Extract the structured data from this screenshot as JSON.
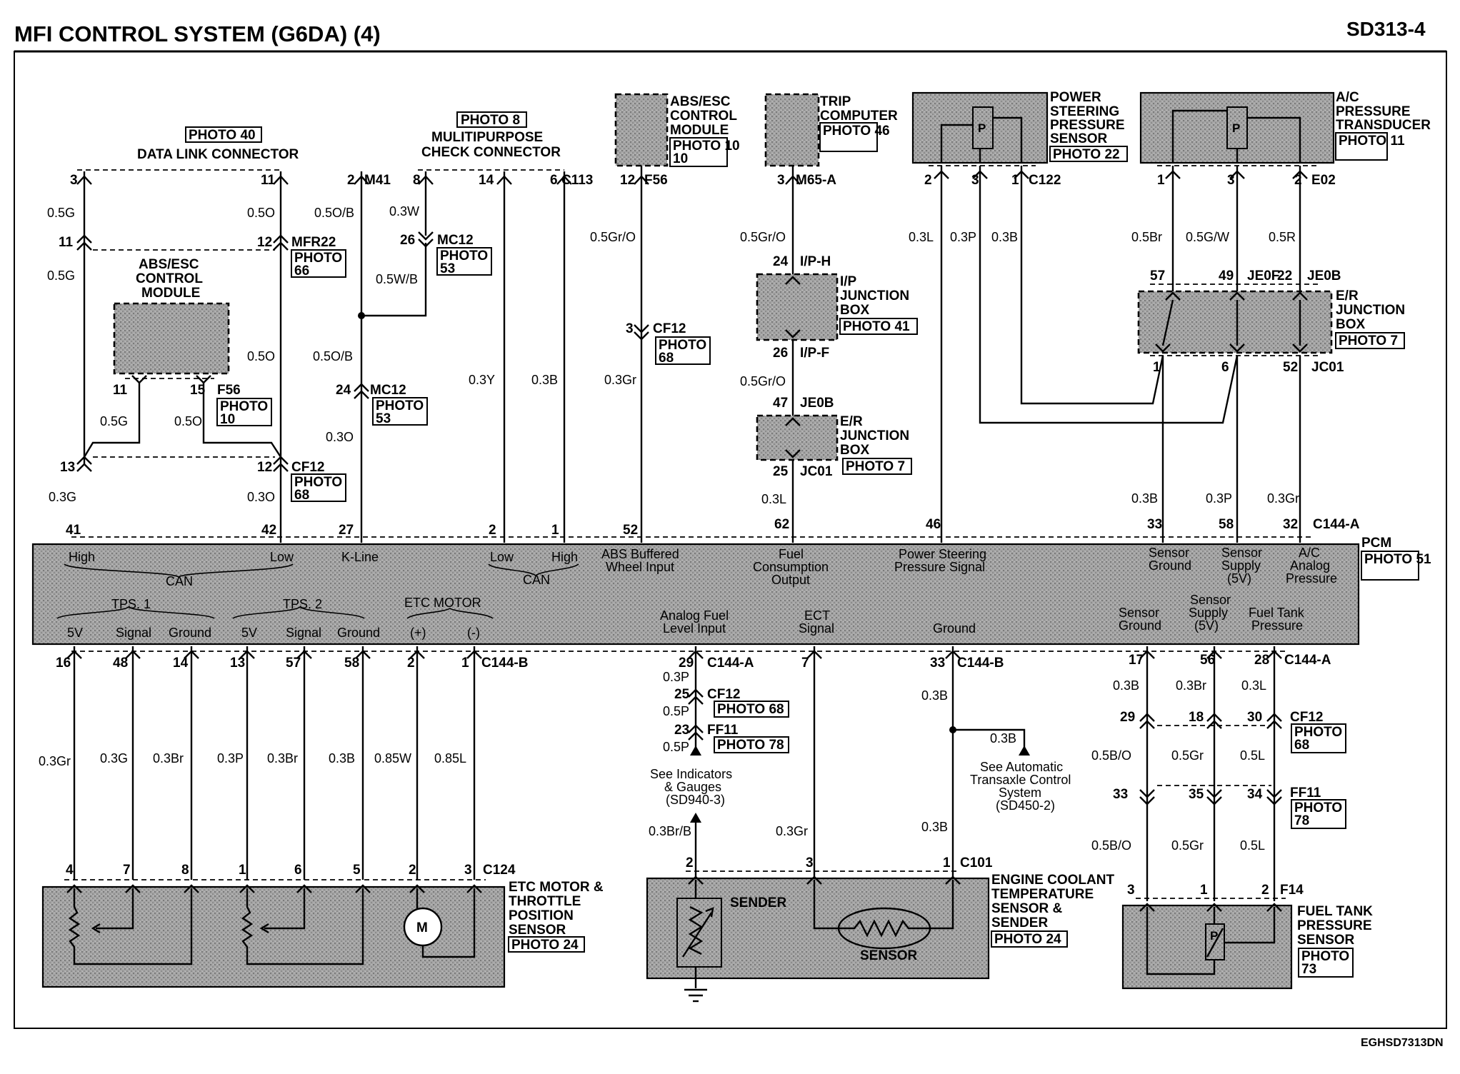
{
  "title": "MFI CONTROL SYSTEM (G6DA) (4)",
  "page_code": "SD313-4",
  "footer_code": "EGHSD7313DN",
  "components": {
    "data_link_connector": {
      "photo": "PHOTO 40",
      "label": "DATA LINK CONNECTOR"
    },
    "multipurpose_check_connector": {
      "photo": "PHOTO 8",
      "label1": "MULITIPURPOSE",
      "label2": "CHECK CONNECTOR"
    },
    "abs_top": {
      "l1": "ABS/ESC",
      "l2": "CONTROL",
      "l3": "MODULE",
      "photo": "PHOTO 10"
    },
    "trip_computer": {
      "l1": "TRIP",
      "l2": "COMPUTER",
      "photo": "PHOTO 46"
    },
    "ps_pressure_sensor": {
      "l1": "POWER",
      "l2": "STEERING",
      "l3": "PRESSURE",
      "l4": "SENSOR",
      "photo": "PHOTO 22"
    },
    "ac_transducer": {
      "l1": "A/C",
      "l2": "PRESSURE",
      "l3": "TRANSDUCER",
      "photo": "PHOTO 11"
    },
    "abs_left": {
      "l1": "ABS/ESC",
      "l2": "CONTROL",
      "l3": "MODULE",
      "photo": "PHOTO 10",
      "conn": "F56"
    },
    "ip_junction_box": {
      "l1": "I/P",
      "l2": "JUNCTION",
      "l3": "BOX",
      "photo": "PHOTO 41",
      "top": "I/P-H",
      "bottom": "I/P-F"
    },
    "er_junction_center": {
      "l1": "E/R",
      "l2": "JUNCTION",
      "l3": "BOX",
      "photo": "PHOTO 7",
      "top": "JE0B",
      "bottom": "JC01"
    },
    "er_junction_right": {
      "l1": "E/R",
      "l2": "JUNCTION",
      "l3": "BOX",
      "photo": "PHOTO 7",
      "top1": "JE0F",
      "top2": "JE0B",
      "bottom": "JC01"
    },
    "pcm": {
      "label": "PCM",
      "photo": "PHOTO 51"
    },
    "etc_motor": {
      "l1": "ETC MOTOR &",
      "l2": "THROTTLE",
      "l3": "POSITION",
      "l4": "SENSOR",
      "photo": "PHOTO 24",
      "conn": "C124",
      "motor": "M"
    },
    "ect_sensor": {
      "l1": "ENGINE COOLANT",
      "l2": "TEMPERATURE",
      "l3": "SENSOR &",
      "l4": "SENDER",
      "photo": "PHOTO 24",
      "conn": "C101",
      "sender": "SENDER",
      "sensor": "SENSOR"
    },
    "fuel_tank_sensor": {
      "l1": "FUEL TANK",
      "l2": "PRESSURE",
      "l3": "SENSOR",
      "photo": "PHOTO",
      "photo_num": "73",
      "conn": "F14",
      "symbol": "P"
    }
  },
  "pcm_labels": {
    "high": "High",
    "low": "Low",
    "can": "CAN",
    "kline": "K-Line",
    "can2_low": "Low",
    "can2_high": "High",
    "can2": "CAN",
    "abs1": "ABS Buffered",
    "abs2": "Wheel Input",
    "fuel1": "Fuel",
    "fuel2": "Consumption",
    "fuel3": "Output",
    "ps1": "Power Steering",
    "ps2": "Pressure Signal",
    "sg1": "Sensor",
    "sg2": "Ground",
    "ss1": "Sensor",
    "ss2": "Supply",
    "ss3": "(5V)",
    "ac1": "A/C",
    "ac2": "Analog",
    "ac3": "Pressure",
    "tps1": "TPS. 1",
    "tps2": "TPS. 2",
    "etc": "ETC MOTOR",
    "v5": "5V",
    "signal": "Signal",
    "ground": "Ground",
    "plus": "(+)",
    "minus": "(-)",
    "afl1": "Analog Fuel",
    "afl2": "Level Input",
    "ect1": "ECT",
    "ect2": "Signal",
    "gnd": "Ground",
    "bsg1": "Sensor",
    "bsg2": "Ground",
    "bss1": "Sensor",
    "bss2": "Supply",
    "bss3": "(5V)",
    "ftp1": "Fuel Tank",
    "ftp2": "Pressure"
  },
  "connectors": {
    "M41": "M41",
    "C113": "C113",
    "F56": "F56",
    "M65A": "M65-A",
    "C122": "C122",
    "E02": "E02",
    "MFR22": "MFR22",
    "MC12a": "MC12",
    "MC12b": "MC12",
    "CF12a": "CF12",
    "CF12b": "CF12",
    "JE0B_c": "JE0B",
    "JC01_c": "JC01",
    "C144A": "C144-A",
    "C144B": "C144-B",
    "C144A_b": "C144-A",
    "C144B_b": "C144-B",
    "CF12c": "CF12",
    "FF11a": "FF11",
    "C144A_r": "C144-A",
    "CF12d": "CF12",
    "FF11b": "FF11"
  },
  "photos": {
    "p66": "PHOTO",
    "p66n": "66",
    "p53a": "PHOTO",
    "p53an": "53",
    "p53b": "PHOTO",
    "p53bn": "53",
    "p68a": "PHOTO",
    "p68an": "68",
    "p68b": "PHOTO",
    "p68bn": "68",
    "p68c": "PHOTO 68",
    "p78a": "PHOTO 78",
    "p68d": "PHOTO",
    "p68dn": "68",
    "p78b": "PHOTO",
    "p78bn": "78",
    "p10": "PHOTO",
    "p10n": "10"
  },
  "wires": {
    "w1": "0.5G",
    "w2": "0.5G",
    "w3": "0.5O",
    "w4": "0.5O/B",
    "w5": "0.3W",
    "w6": "0.5W/B",
    "w7": "0.5O",
    "w8": "0.5O/B",
    "w9": "0.5G",
    "w10": "0.5O",
    "w11": "0.3O",
    "w12": "0.3G",
    "w13": "0.3O",
    "w14": "0.3Y",
    "w15": "0.3B",
    "w16": "0.5Gr/O",
    "w17": "0.3Gr",
    "w18": "0.5Gr/O",
    "w19": "0.5Gr/O",
    "w20": "0.3L",
    "w21": "0.3L",
    "w22": "0.3P",
    "w23": "0.3B",
    "w24": "0.5Br",
    "w25": "0.5G/W",
    "w26": "0.5R",
    "w27": "0.3B",
    "w28": "0.3P",
    "w29": "0.3Gr",
    "b1": "0.3Gr",
    "b2": "0.3G",
    "b3": "0.3Br",
    "b4": "0.3P",
    "b5": "0.3Br",
    "b6": "0.3B",
    "b7": "0.85W",
    "b8": "0.85L",
    "f1": "0.3P",
    "f2": "0.5P",
    "f3": "0.5P",
    "f4": "0.3Br/B",
    "e1": "0.3B",
    "e2": "0.3B",
    "e3": "0.3Gr",
    "e4": "0.3B",
    "r1": "0.3B",
    "r2": "0.3Br",
    "r3": "0.3L",
    "r4": "0.5B/O",
    "r5": "0.5Gr",
    "r6": "0.5L",
    "r7": "0.5B/O",
    "r8": "0.5Gr",
    "r9": "0.5L"
  },
  "pins": {
    "p3": "3",
    "p11": "11",
    "p2": "2",
    "p8": "8",
    "p14": "14",
    "p6": "6",
    "p12": "12",
    "p3b": "3",
    "p2ps": "2",
    "p3ps": "3",
    "p1ps": "1",
    "p1ac": "1",
    "p3ac": "3",
    "p2ac": "2",
    "p11b": "11",
    "p12b": "12",
    "p26": "26",
    "p24": "24",
    "p26b": "26",
    "p3c": "3",
    "p57": "57",
    "p49": "49",
    "p22": "22",
    "p1j": "1",
    "p6j": "6",
    "p52j": "52",
    "p11c": "11",
    "p15": "15",
    "p24b": "24",
    "p47": "47",
    "p25": "25",
    "p13": "13",
    "p12c": "12",
    "t41": "41",
    "t42": "42",
    "t27": "27",
    "t2": "2",
    "t1": "1",
    "t52": "52",
    "t62": "62",
    "t46": "46",
    "t33": "33",
    "t58": "58",
    "t32": "32",
    "b16": "16",
    "b48": "48",
    "b14": "14",
    "b13": "13",
    "b57": "57",
    "b58": "58",
    "b2": "2",
    "b1": "1",
    "b29": "29",
    "b7": "7",
    "b33": "33",
    "b17": "17",
    "b56": "56",
    "b28": "28",
    "f25": "25",
    "f23": "23",
    "r29": "29",
    "r18": "18",
    "r30": "30",
    "r33": "33",
    "r35": "35",
    "r34": "34",
    "c4": "4",
    "c7": "7",
    "c8": "8",
    "c1": "1",
    "c6": "6",
    "c5": "5",
    "c2": "2",
    "c3": "3",
    "e2p": "2",
    "e3p": "3",
    "e1p": "1",
    "ft3": "3",
    "ft1": "1",
    "ft2": "2"
  },
  "references": {
    "ind1": "See Indicators",
    "ind2": "& Gauges",
    "ind3": "(SD940-3)",
    "ats1": "See Automatic",
    "ats2": "Transaxle Control",
    "ats3": "System",
    "ats4": "(SD450-2)"
  },
  "colors": {
    "ink": "#000000",
    "component_fill": "#9a9a9a",
    "background": "#ffffff"
  }
}
